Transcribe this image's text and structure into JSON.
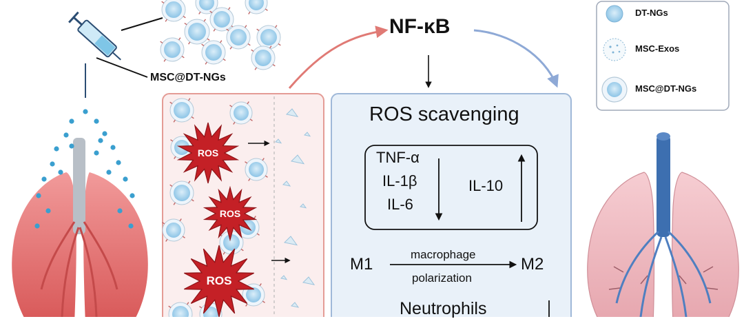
{
  "labels": {
    "nfkb": "NF-κB",
    "delivery": "MSC@DT-NGs",
    "ros_scavenging": "ROS scavenging",
    "ros": "ROS",
    "cytokines_down": [
      "TNF-α",
      "IL-1β",
      "IL-6"
    ],
    "cytokine_up": "IL-10",
    "m1": "M1",
    "m2": "M2",
    "macrophage": "macrophage",
    "polarization": "polarization",
    "neutrophils": "Neutrophils"
  },
  "legend": [
    {
      "icon": "dt-ng-icon",
      "label": "DT-NGs"
    },
    {
      "icon": "msc-exo-icon",
      "label": "MSC-Exos"
    },
    {
      "icon": "msc-dt-ng-icon",
      "label": "MSC@DT-NGs"
    }
  ],
  "colors": {
    "panel_left_bg": "#fbeeee",
    "panel_left_border": "#e49b95",
    "panel_right_bg": "#e9f1f9",
    "panel_right_border": "#9fb8d8",
    "ros_star": "#c42026",
    "lung_inflamed": "#e06b6b",
    "lung_healthy": "#f0bcc2",
    "trachea_healthy": "#3d6fb0",
    "particle": "#5bb0d6",
    "arrow_red": "#e07a75",
    "arrow_blue": "#8ea9d6"
  }
}
